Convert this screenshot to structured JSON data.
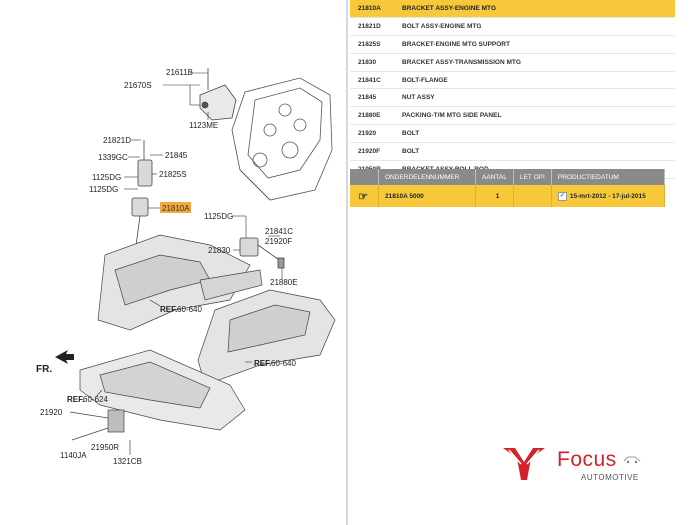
{
  "diagram": {
    "callouts": {
      "c21611B": "21611B",
      "c21670S": "21670S",
      "c1123ME": "1123ME",
      "c21821D": "21821D",
      "c1339GC": "1339GC",
      "c21845": "21845",
      "c21825S": "21825S",
      "c1125DG_a": "1125DG",
      "c1125DG_b": "1125DG",
      "c21810A": "21810A",
      "c1125DG_c": "1125DG",
      "c21841C": "21841C",
      "c21920F": "21920F",
      "c21830": "21830",
      "c21880E": "21880E",
      "ref1": "REF.",
      "ref1_num": "60-640",
      "ref2": "REF.",
      "ref2_num": "60-640",
      "ref3": "REF.",
      "ref3_num": "60-624",
      "fr": "FR.",
      "c21920": "21920",
      "c1140JA": "1140JA",
      "c21950R": "21950R",
      "c1321CB": "1321CB"
    },
    "highlight_color": "#f4a93c"
  },
  "parts_list": [
    {
      "code": "21810A",
      "name": "BRACKET ASSY-ENGINE MTG",
      "selected": true
    },
    {
      "code": "21821D",
      "name": "BOLT ASSY-ENGINE MTG",
      "selected": false
    },
    {
      "code": "21825S",
      "name": "BRACKET-ENGINE MTG SUPPORT",
      "selected": false
    },
    {
      "code": "21830",
      "name": "BRACKET ASSY-TRANSMISSION MTG",
      "selected": false
    },
    {
      "code": "21841C",
      "name": "BOLT-FLANGE",
      "selected": false
    },
    {
      "code": "21845",
      "name": "NUT ASSY",
      "selected": false
    },
    {
      "code": "21880E",
      "name": "PACKING-T/M MTG SIDE PANEL",
      "selected": false
    },
    {
      "code": "21920",
      "name": "BOLT",
      "selected": false
    },
    {
      "code": "21920F",
      "name": "BOLT",
      "selected": false
    },
    {
      "code": "21950R",
      "name": "BRACKET ASSY-ROLL ROD",
      "selected": false
    }
  ],
  "orders": {
    "headers": [
      "ONDERDELENNUMMER",
      "AANTAL",
      "LET OP!",
      "PRODUCTIEDATUM"
    ],
    "row": {
      "icon": "order-icon",
      "part_number": "21810A 5000",
      "quantity": "1",
      "note": "",
      "date": "15-mrt-2012 - 17-jul-2015",
      "checked": true
    }
  },
  "logo": {
    "brand": "Focus",
    "tagline": "AUTOMOTIVE",
    "brand_color": "#d2232a"
  },
  "colors": {
    "selected_row": "#f7c93a",
    "header_gray": "#8a8a8a"
  }
}
